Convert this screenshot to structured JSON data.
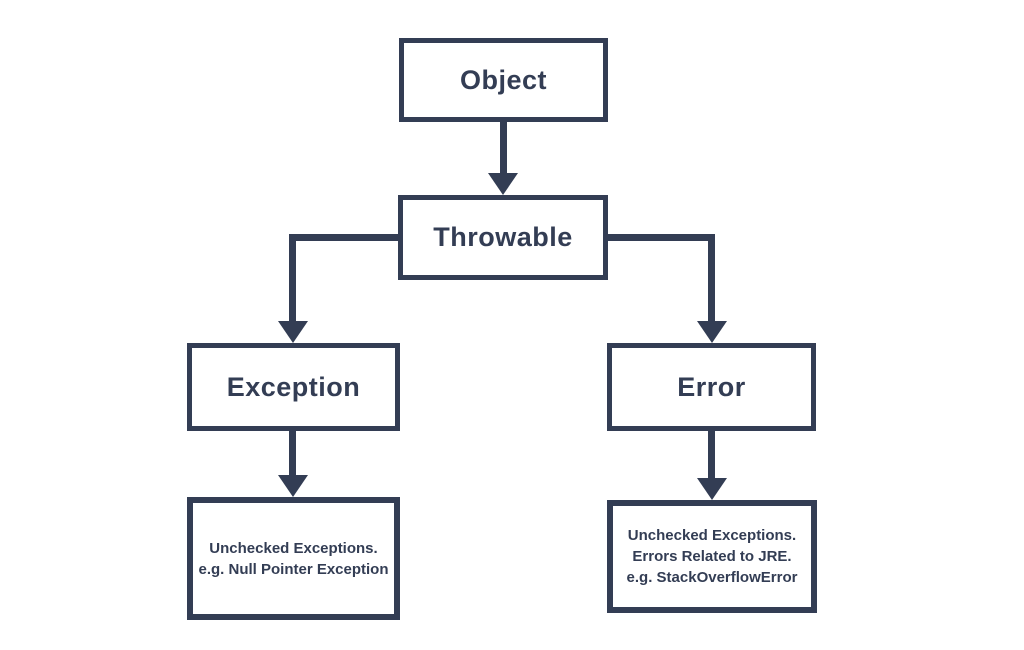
{
  "colors": {
    "accent": "#333d54",
    "background": "#ffffff"
  },
  "diagram": {
    "nodes": {
      "object": {
        "label": "Object"
      },
      "throwable": {
        "label": "Throwable"
      },
      "exception": {
        "label": "Exception"
      },
      "error": {
        "label": "Error"
      },
      "exception_detail": {
        "lines": [
          "Unchecked Exceptions.",
          "e.g. Null Pointer Exception"
        ]
      },
      "error_detail": {
        "lines": [
          "Unchecked Exceptions.",
          "Errors Related to JRE.",
          "e.g. StackOverflowError"
        ]
      }
    },
    "edges": [
      {
        "from": "object",
        "to": "throwable"
      },
      {
        "from": "throwable",
        "to": "exception"
      },
      {
        "from": "throwable",
        "to": "error"
      },
      {
        "from": "exception",
        "to": "exception_detail"
      },
      {
        "from": "error",
        "to": "error_detail"
      }
    ]
  }
}
